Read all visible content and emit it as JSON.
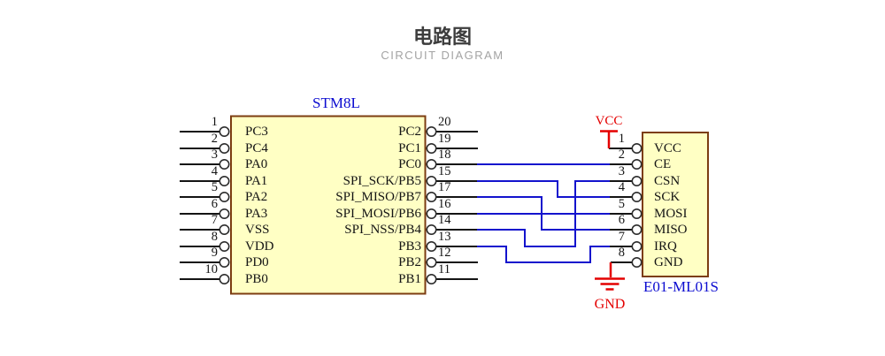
{
  "header": {
    "title": "电路图",
    "subtitle": "CIRCUIT DIAGRAM"
  },
  "mcu": {
    "designator": "STM8L",
    "left_pins": [
      {
        "num": "1",
        "label": "PC3"
      },
      {
        "num": "2",
        "label": "PC4"
      },
      {
        "num": "3",
        "label": "PA0"
      },
      {
        "num": "4",
        "label": "PA1"
      },
      {
        "num": "5",
        "label": "PA2"
      },
      {
        "num": "6",
        "label": "PA3"
      },
      {
        "num": "7",
        "label": "VSS"
      },
      {
        "num": "8",
        "label": "VDD"
      },
      {
        "num": "9",
        "label": "PD0"
      },
      {
        "num": "10",
        "label": "PB0"
      }
    ],
    "right_pins": [
      {
        "num": "20",
        "label": "PC2"
      },
      {
        "num": "19",
        "label": "PC1"
      },
      {
        "num": "18",
        "label": "PC0"
      },
      {
        "num": "15",
        "label": "SPI_SCK/PB5"
      },
      {
        "num": "17",
        "label": "SPI_MISO/PB7"
      },
      {
        "num": "16",
        "label": "SPI_MOSI/PB6"
      },
      {
        "num": "14",
        "label": "SPI_NSS/PB4"
      },
      {
        "num": "13",
        "label": "PB3"
      },
      {
        "num": "12",
        "label": "PB2"
      },
      {
        "num": "11",
        "label": "PB1"
      }
    ]
  },
  "rf_module": {
    "designator": "E01-ML01S",
    "pins": [
      {
        "num": "1",
        "label": "VCC"
      },
      {
        "num": "2",
        "label": "CE"
      },
      {
        "num": "3",
        "label": "CSN"
      },
      {
        "num": "4",
        "label": "SCK"
      },
      {
        "num": "5",
        "label": "MOSI"
      },
      {
        "num": "6",
        "label": "MISO"
      },
      {
        "num": "7",
        "label": "IRQ"
      },
      {
        "num": "8",
        "label": "GND"
      }
    ]
  },
  "power": {
    "vcc": "VCC",
    "gnd": "GND"
  },
  "nets": [
    {
      "net": "CE",
      "from": "STM8L pin 18 (PC0)",
      "to": "E01-ML01S pin 2 (CE)"
    },
    {
      "net": "SCK",
      "from": "STM8L pin 15 (SPI_SCK/PB5)",
      "to": "E01-ML01S pin 4 (SCK)"
    },
    {
      "net": "MISO",
      "from": "STM8L pin 17 (SPI_MISO/PB7)",
      "to": "E01-ML01S pin 6 (MISO)"
    },
    {
      "net": "MOSI",
      "from": "STM8L pin 16 (SPI_MOSI/PB6)",
      "to": "E01-ML01S pin 5 (MOSI)"
    },
    {
      "net": "CSN",
      "from": "STM8L pin 14 (SPI_NSS/PB4)",
      "to": "E01-ML01S pin 3 (CSN)"
    },
    {
      "net": "IRQ",
      "from": "STM8L pin 13 (PB3)",
      "to": "E01-ML01S pin 7 (IRQ)"
    },
    {
      "net": "VCC",
      "from": "VCC power symbol",
      "to": "E01-ML01S pin 1 (VCC)"
    },
    {
      "net": "GND",
      "from": "E01-ML01S pin 8 (GND)",
      "to": "GND ground symbol"
    }
  ],
  "colors": {
    "wire_blue": "#1313cd",
    "wire_black": "#141414",
    "power_red": "#e40000",
    "body_fill": "#ffffc4",
    "body_border": "#7c3d12",
    "designator_blue": "#0b0bd0"
  }
}
